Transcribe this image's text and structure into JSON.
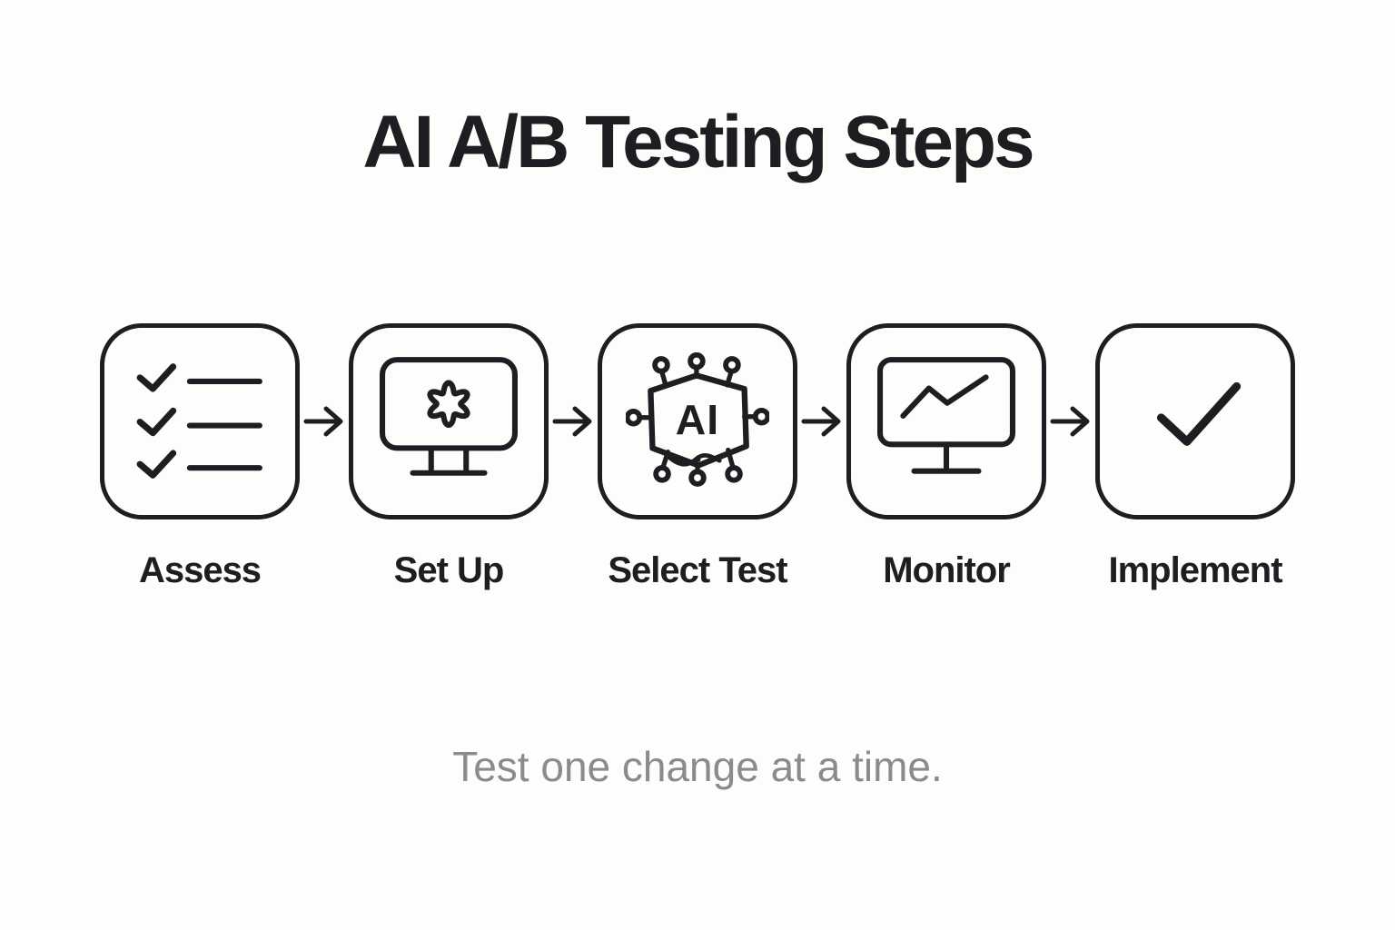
{
  "title": "AI A/B Testing Steps",
  "caption": "Test one change at a time.",
  "steps": [
    {
      "label": "Assess",
      "icon": "checklist-icon"
    },
    {
      "label": "Set Up",
      "icon": "monitor-gear-icon"
    },
    {
      "label": "Select Test",
      "icon": "ai-chip-icon",
      "chip_text": "AI"
    },
    {
      "label": "Monitor",
      "icon": "monitor-chart-icon"
    },
    {
      "label": "Implement",
      "icon": "checkmark-icon"
    }
  ],
  "flow": {
    "arrow_glyph": "→",
    "arrow_count": 4
  },
  "colors": {
    "background": "#fdfdfb",
    "ink": "#1c1e22",
    "caption_gray": "#8b8b8b"
  }
}
